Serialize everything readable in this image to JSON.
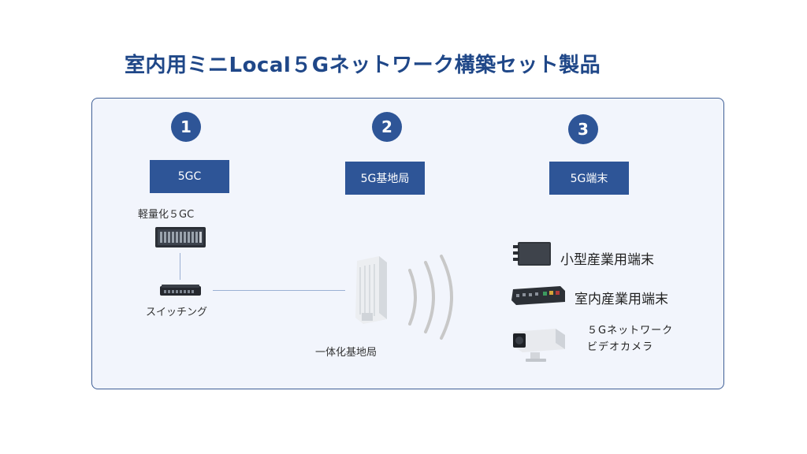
{
  "title": "室内用ミニLocal５Gネットワーク構築セット製品",
  "sections": [
    {
      "number": "1",
      "label": "5GC"
    },
    {
      "number": "2",
      "label": "5G基地局"
    },
    {
      "number": "3",
      "label": "5G端末"
    }
  ],
  "core": {
    "server_label": "軽量化５GC",
    "switch_label": "スイッチング"
  },
  "base_station": {
    "label": "一体化基地局"
  },
  "terminals": {
    "small_industrial": "小型産業用端末",
    "indoor_industrial": "室内産業用端末",
    "camera_line1": "５Gネットワーク",
    "camera_line2": "ビデオカメラ"
  },
  "colors": {
    "title": "#1f4788",
    "accent": "#2e5597",
    "panel_bg": "#f2f5fc",
    "panel_border": "#3f5f96"
  },
  "icons": [
    "server-icon",
    "network-switch-icon",
    "base-station-icon",
    "wireless-signal-icon",
    "small-terminal-icon",
    "indoor-terminal-icon",
    "video-camera-icon"
  ]
}
